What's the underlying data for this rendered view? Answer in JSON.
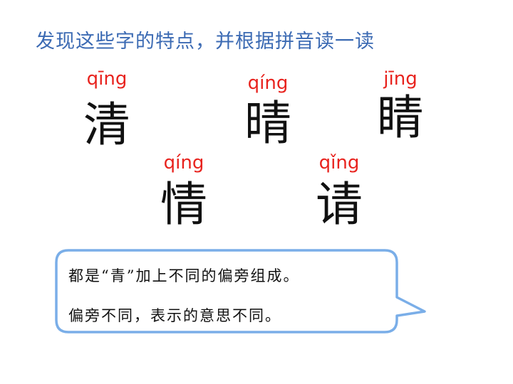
{
  "title": "发现这些字的特点，并根据拼音读一读",
  "characters": [
    {
      "pinyin": "qīng",
      "hanzi": "清"
    },
    {
      "pinyin": "qíng",
      "hanzi": "晴"
    },
    {
      "pinyin": "jīng",
      "hanzi": "睛"
    },
    {
      "pinyin": "qíng",
      "hanzi": "情"
    },
    {
      "pinyin": "qǐng",
      "hanzi": "请"
    }
  ],
  "bubble": {
    "line1": "都是“青”加上不同的偏旁组成。",
    "line2": "偏旁不同，表示的意思不同。",
    "border_color": "#7aaee8",
    "fill_color": "#ffffff"
  },
  "colors": {
    "title": "#3b6ab3",
    "pinyin": "#e8231e",
    "hanzi": "#111111"
  }
}
